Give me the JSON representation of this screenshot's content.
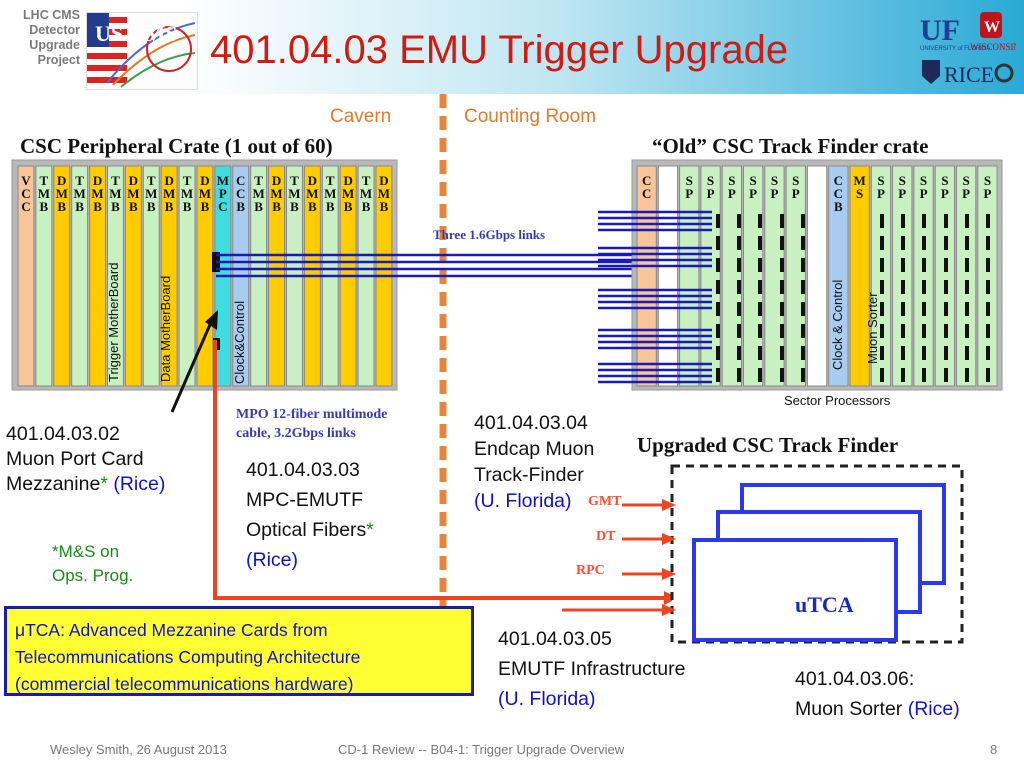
{
  "header": {
    "project_lines": [
      "LHC CMS",
      "Detector",
      "Upgrade",
      "Project"
    ],
    "logo_text": "US CMS",
    "title": "401.04.03 EMU Trigger Upgrade",
    "inst_logos": [
      "UF",
      "UNIVERSITY of FLORIDA",
      "W",
      "WISCONSIN",
      "RICE"
    ]
  },
  "diagram": {
    "cavern_label": "Cavern",
    "counting_label": "Counting Room",
    "peripheral_title": "CSC Peripheral Crate (1 out of 60)",
    "peripheral_slots": [
      {
        "label": "V\nC\nC",
        "color": "#f8c49a"
      },
      {
        "label": "T\nM\nB",
        "color": "#c8f0c0"
      },
      {
        "label": "D\nM\nB",
        "color": "#ffcc00"
      },
      {
        "label": "T\nM\nB",
        "color": "#c8f0c0"
      },
      {
        "label": "D\nM\nB",
        "color": "#ffcc00"
      },
      {
        "label": "T\nM\nB",
        "color": "#c8f0c0"
      },
      {
        "label": "D\nM\nB",
        "color": "#ffcc00"
      },
      {
        "label": "T\nM\nB",
        "color": "#c8f0c0"
      },
      {
        "label": "D\nM\nB",
        "color": "#ffcc00"
      },
      {
        "label": "T\nM\nB",
        "color": "#c8f0c0"
      },
      {
        "label": "D\nM\nB",
        "color": "#ffcc00"
      },
      {
        "label": "M\nP\nC",
        "color": "#3fdde0"
      },
      {
        "label": "C\nC\nB",
        "color": "#a8ccf0"
      },
      {
        "label": "T\nM\nB",
        "color": "#c8f0c0"
      },
      {
        "label": "D\nM\nB",
        "color": "#ffcc00"
      },
      {
        "label": "T\nM\nB",
        "color": "#c8f0c0"
      },
      {
        "label": "D\nM\nB",
        "color": "#ffcc00"
      },
      {
        "label": "T\nM\nB",
        "color": "#c8f0c0"
      },
      {
        "label": "D\nM\nB",
        "color": "#ffcc00"
      },
      {
        "label": "T\nM\nB",
        "color": "#c8f0c0"
      },
      {
        "label": "D\nM\nB",
        "color": "#ffcc00"
      }
    ],
    "trigger_mb": "Trigger MotherBoard",
    "data_mb": "Data MotherBoard",
    "clock_control_peripheral": "Clock&Control",
    "links_label": "Three 1.6Gbps links",
    "old_tf_title": "“Old” CSC Track Finder crate",
    "old_slots": [
      {
        "label": "C\nC",
        "color": "#f8c49a"
      },
      {
        "label": "",
        "color": "#ffffff"
      },
      {
        "label": "S\nP",
        "color": "#c8f0c0"
      },
      {
        "label": "S\nP",
        "color": "#c8f0c0"
      },
      {
        "label": "S\nP",
        "color": "#c8f0c0"
      },
      {
        "label": "S\nP",
        "color": "#c8f0c0"
      },
      {
        "label": "S\nP",
        "color": "#c8f0c0"
      },
      {
        "label": "S\nP",
        "color": "#c8f0c0"
      },
      {
        "label": "",
        "color": "#ffffff"
      },
      {
        "label": "C\nC\nB",
        "color": "#a8ccf0"
      },
      {
        "label": "M\nS",
        "color": "#ffcc00"
      },
      {
        "label": "S\nP",
        "color": "#c8f0c0"
      },
      {
        "label": "S\nP",
        "color": "#c8f0c0"
      },
      {
        "label": "S\nP",
        "color": "#c8f0c0"
      },
      {
        "label": "S\nP",
        "color": "#c8f0c0"
      },
      {
        "label": "S\nP",
        "color": "#c8f0c0"
      },
      {
        "label": "S\nP",
        "color": "#c8f0c0"
      }
    ],
    "clock_control_tf": "Clock & Control",
    "muon_sorter_tf": "Muon Sorter",
    "sector_processors": "Sector Processors",
    "mpo_label_1": "MPO 12-fiber multimode",
    "mpo_label_2": "cable,  3.2Gbps links",
    "upgraded_title": "Upgraded CSC Track Finder",
    "inputs": [
      "GMT",
      "DT",
      "RPC"
    ],
    "utca_label": "uTCA"
  },
  "items": {
    "i02": [
      "401.04.03.02",
      "Muon Port Card"
    ],
    "i02_line3": "Mezzanine",
    "i02_star": "*",
    "i02_inst": "(Rice)",
    "ms_note": [
      "*M&S on",
      "Ops. Prog."
    ],
    "i03": [
      "401.04.03.03",
      "MPC-EMUTF"
    ],
    "i03_line3": "Optical Fibers",
    "i03_star": "*",
    "i03_inst": "(Rice)",
    "i04": [
      "401.04.03.04",
      "Endcap Muon",
      "Track-Finder"
    ],
    "i04_inst": "(U. Florida)",
    "i05": [
      "401.04.03.05",
      "EMUTF Infrastructure"
    ],
    "i05_inst": "(U. Florida)",
    "i06": [
      "401.04.03.06:",
      "Muon Sorter"
    ],
    "i06_inst": "(Rice)"
  },
  "note": [
    "μTCA: Advanced Mezzanine Cards from",
    "Telecommunications Computing Architecture",
    "(commercial telecommunications hardware)"
  ],
  "footer": {
    "author": "Wesley Smith, 26 August 2013",
    "center": "CD-1  Review -- B04-1: Trigger Upgrade Overview",
    "page": "8"
  },
  "colors": {
    "title": "#d11a10",
    "divider": "#e8843a",
    "link_blue": "#1a1ab8",
    "fiber_red": "#ee4422",
    "note_bg": "#ffff33"
  }
}
